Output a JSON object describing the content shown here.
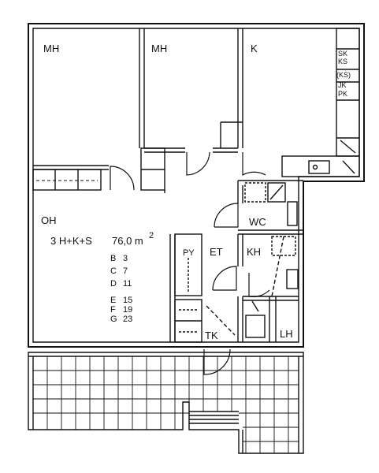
{
  "rooms": {
    "mh_left": "MH",
    "mh_right": "MH",
    "k": "K",
    "oh": "OH",
    "wc": "WC",
    "et": "ET",
    "kh": "KH",
    "py": "PY",
    "tk": "TK",
    "lh": "LH"
  },
  "kitchen_labels": {
    "sk": "SK",
    "ks": "KS",
    "ks2": "(KS)",
    "jk": "JK",
    "pk": "PK"
  },
  "apartment": {
    "type": "3 H+K+S",
    "area": "76,0 m",
    "area_sup": "2"
  },
  "apartment_list": [
    {
      "letter": "B",
      "number": "3"
    },
    {
      "letter": "C",
      "number": "7"
    },
    {
      "letter": "D",
      "number": "11"
    },
    {
      "letter": "E",
      "number": "15"
    },
    {
      "letter": "F",
      "number": "19"
    },
    {
      "letter": "G",
      "number": "23"
    }
  ]
}
